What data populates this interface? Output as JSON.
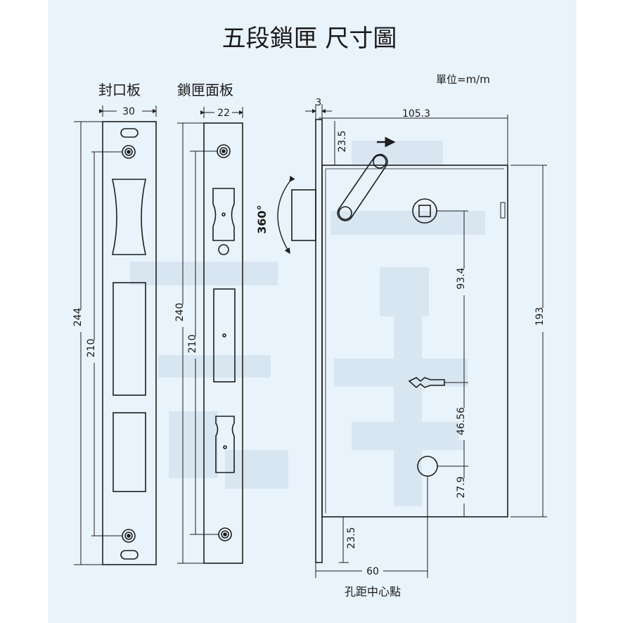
{
  "title": "五段鎖匣 尺寸圖",
  "unit_label": "單位=m/m",
  "panels": {
    "cover_plate": {
      "label": "封口板",
      "width": "30",
      "height_total": "244",
      "hole_spacing": "210"
    },
    "face_plate": {
      "label": "鎖匣面板",
      "width": "22",
      "height_total": "240",
      "hole_spacing": "210"
    }
  },
  "body": {
    "top_width": "105.3",
    "plate_thickness": "3",
    "top_offset": "23.5",
    "rotation": "360°",
    "height": "193",
    "spacing_upper": "93.4",
    "spacing_middle": "46.56",
    "spacing_lower": "27.9",
    "bottom_offset": "23.5",
    "backset": "60",
    "backset_note": "孔距中心點"
  },
  "colors": {
    "background": "#e9f3fc",
    "line": "#1e1e1e",
    "watermark": "#d3e2ef"
  }
}
